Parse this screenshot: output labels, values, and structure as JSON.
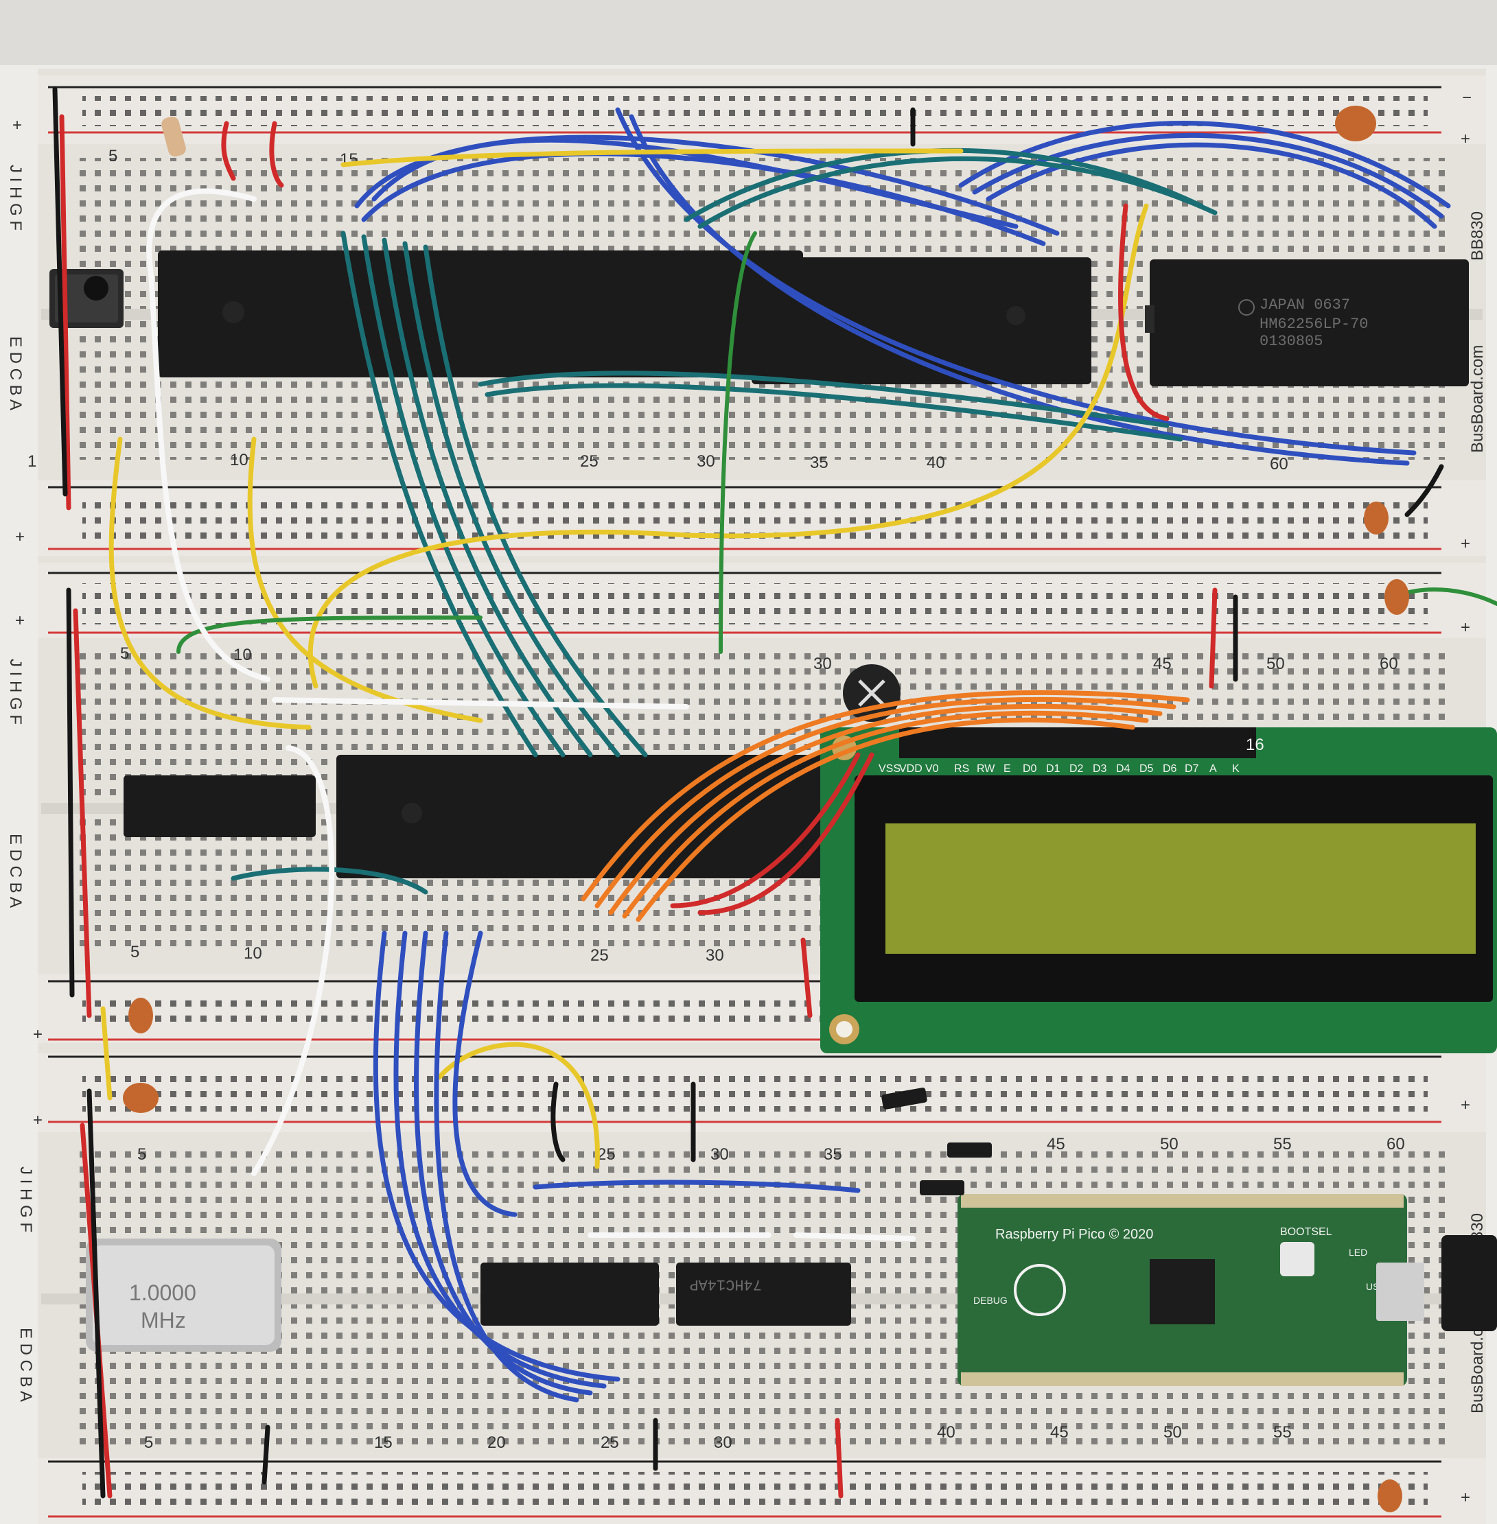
{
  "breadboards": [
    {
      "brand": "BB830",
      "site": "BusBoard.com",
      "row_letters_top": "J I H G F",
      "row_letters_bottom": "E D C B A",
      "column_numbers": [
        "1",
        "5",
        "10",
        "15",
        "20",
        "25",
        "30",
        "35",
        "40",
        "45",
        "50",
        "55",
        "60"
      ]
    },
    {
      "brand": "BB830",
      "site": "BusBoard.com"
    }
  ],
  "rails": {
    "plus": "+",
    "minus": "−"
  },
  "ram_chip": {
    "line1": "JAPAN  0637",
    "line2": "HM62256LP-70",
    "line3": "0130805"
  },
  "logic_chip": {
    "label": "74HC14AP"
  },
  "oscillator": {
    "line1": "1.0000",
    "line2": "MHz"
  },
  "lcd": {
    "pins": [
      "VSS",
      "VDD",
      "V0",
      "RS",
      "RW",
      "E",
      "D0",
      "D1",
      "D2",
      "D3",
      "D4",
      "D5",
      "D6",
      "D7",
      "A",
      "K"
    ],
    "pin_count": "16"
  },
  "pico": {
    "title": "Raspberry Pi Pico  © 2020",
    "bootsel": "BOOTSEL",
    "debug": "DEBUG",
    "usb": "USB",
    "led": "LED"
  },
  "colors": {
    "board": "#ece9e4",
    "red_rail": "#d23a3a",
    "blue_wire": "#2f4fbf",
    "teal_wire": "#1a6f74",
    "yellow_wire": "#e8c72a",
    "orange_wire": "#ee7a22",
    "chip": "#1b1b1b",
    "lcd_pcb": "#1f7a3d",
    "lcd_screen": "#8c9a2e",
    "pico_pcb": "#2b6b3a"
  }
}
